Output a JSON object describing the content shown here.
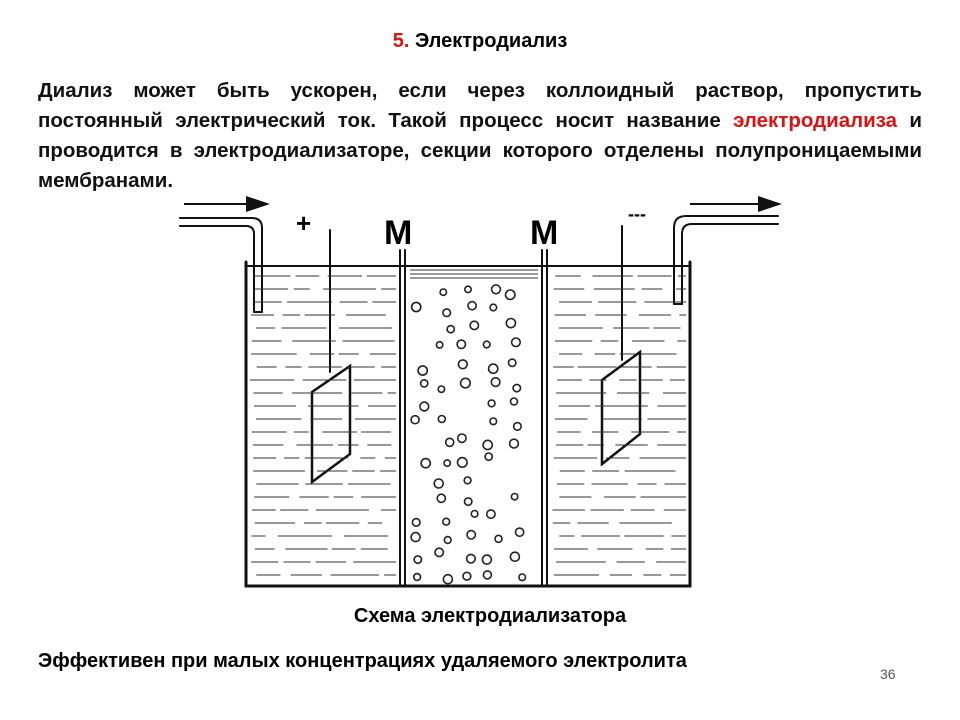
{
  "slide": {
    "title_number": "5.",
    "title_text": "Электродиализ",
    "paragraph": {
      "before": "Диализ может быть ускорен, если через коллоидный раствор, пропустить постоянный электрический ток. Такой процесс носит название",
      "highlight": "электродиализа",
      "after": "и проводится в электродиализаторе, секции которого отделены полупроницаемыми мембранами."
    },
    "diagram_labels": {
      "anode_sign": "+",
      "cathode_sign": "---",
      "membrane_left": "М",
      "membrane_right": "М"
    },
    "caption": "Схема электродиализатора",
    "footnote": "Эффективен при малых концентрациях удаляемого электролита",
    "page_number": "36"
  },
  "colors": {
    "highlight": "#e01010",
    "text": "#111111",
    "line": "#111111"
  }
}
